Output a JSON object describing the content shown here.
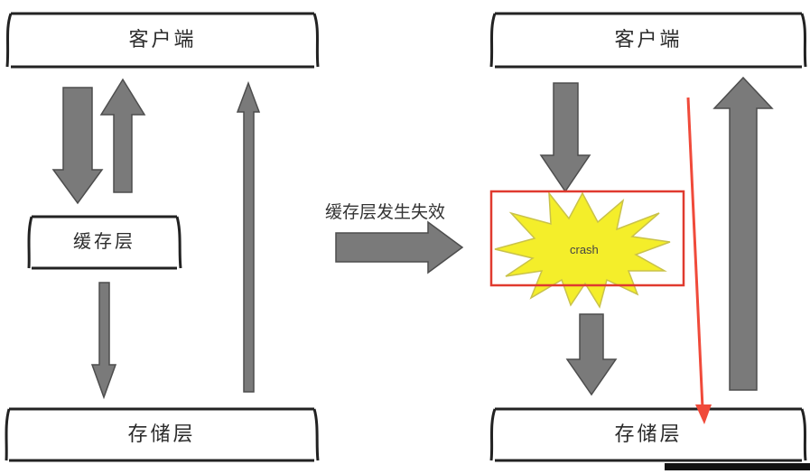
{
  "diagram": {
    "left": {
      "client": "客户端",
      "cache": "缓存层",
      "storage": "存储层"
    },
    "transition": "缓存层发生失效",
    "right": {
      "client": "客户端",
      "crash": "crash",
      "storage": "存储层"
    }
  },
  "colors": {
    "arrow_fill": "#7a7a7a",
    "arrow_stroke": "#4d4d4d",
    "box_border": "#222222",
    "highlight": "#e03a2f",
    "crash_fill": "#f4ee2a",
    "crash_stroke": "#c9c24a",
    "red_arrow": "#f04a3a"
  }
}
